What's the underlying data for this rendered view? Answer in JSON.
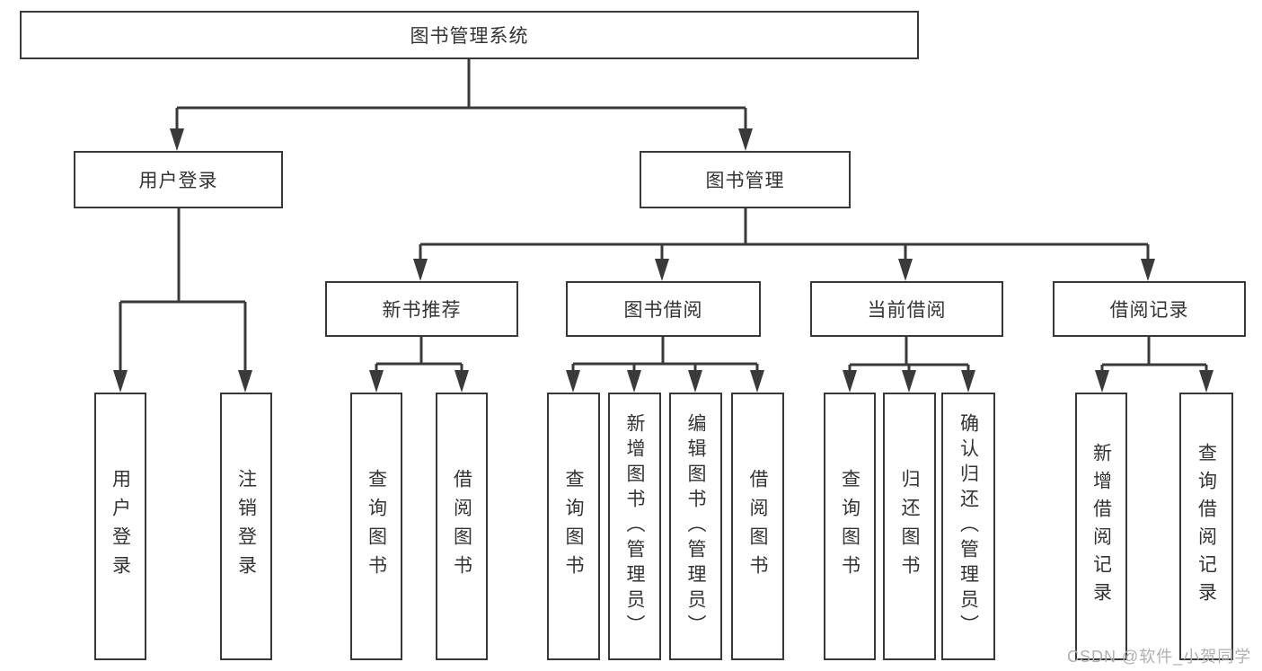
{
  "diagram_type": "hierarchy-tree",
  "root": {
    "label": "图书管理系统"
  },
  "level2": [
    {
      "label": "用户登录",
      "parent": "图书管理系统"
    },
    {
      "label": "图书管理",
      "parent": "图书管理系统"
    }
  ],
  "level3": [
    {
      "label": "新书推荐",
      "parent": "图书管理"
    },
    {
      "label": "图书借阅",
      "parent": "图书管理"
    },
    {
      "label": "当前借阅",
      "parent": "图书管理"
    },
    {
      "label": "借阅记录",
      "parent": "图书管理"
    }
  ],
  "leaves": [
    {
      "label": "用户登录",
      "parent": "用户登录"
    },
    {
      "label": "注销登录",
      "parent": "用户登录"
    },
    {
      "label": "查询图书",
      "parent": "新书推荐"
    },
    {
      "label": "借阅图书",
      "parent": "新书推荐"
    },
    {
      "label": "查询图书",
      "parent": "图书借阅"
    },
    {
      "label": "新增图书（管理员）",
      "parent": "图书借阅"
    },
    {
      "label": "编辑图书（管理员）",
      "parent": "图书借阅"
    },
    {
      "label": "借阅图书",
      "parent": "图书借阅"
    },
    {
      "label": "查询图书",
      "parent": "当前借阅"
    },
    {
      "label": "归还图书",
      "parent": "当前借阅"
    },
    {
      "label": "确认归还（管理员）",
      "parent": "当前借阅"
    },
    {
      "label": "新增借阅记录",
      "parent": "借阅记录"
    },
    {
      "label": "查询借阅记录",
      "parent": "借阅记录"
    }
  ],
  "watermark": {
    "text": "CSDN @软件_小贺同学"
  },
  "colors": {
    "line": "#3a3a3a",
    "box_border": "#383838",
    "box_fill": "#ffffff",
    "text": "#333333",
    "watermark": "#b0b0b0",
    "background": "#ffffff"
  }
}
